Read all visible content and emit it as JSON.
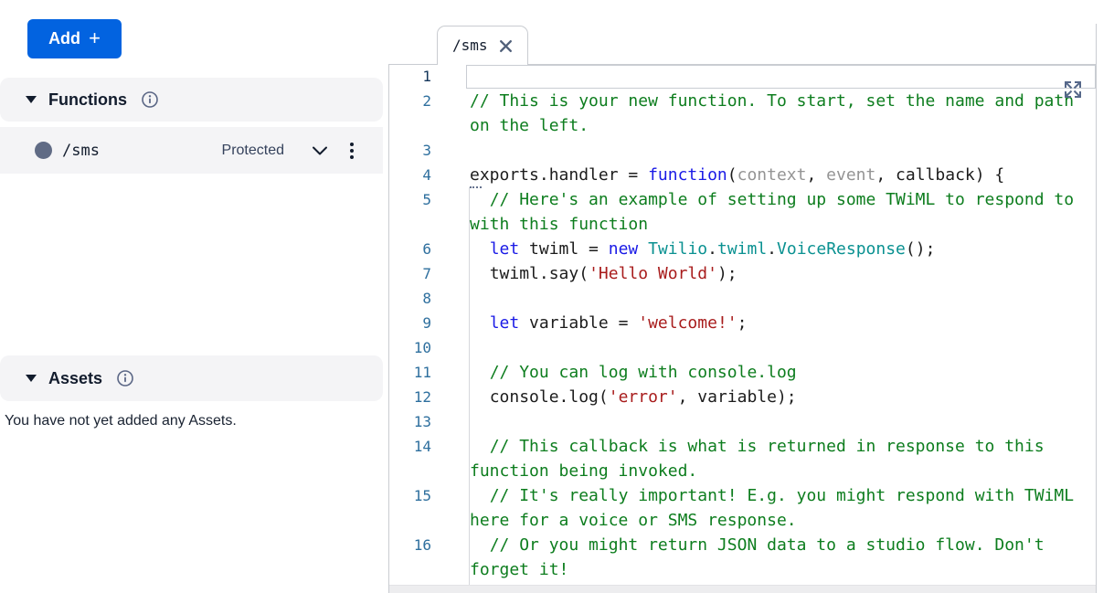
{
  "sidebar": {
    "add_button_label": "Add",
    "add_button_plus": "+",
    "functions_section_title": "Functions",
    "function_row": {
      "name": "/sms",
      "status": "Protected"
    },
    "assets_section_title": "Assets",
    "assets_empty_message": "You have not yet added any Assets."
  },
  "editor": {
    "tab_label": "/sms",
    "active_line": 1,
    "lines": [
      {
        "n": 1,
        "active": true,
        "tokens": []
      },
      {
        "n": 2,
        "tokens": [
          {
            "x": "// This is your new function. To start, set the name and path on the left.",
            "c": "comment"
          }
        ]
      },
      {
        "n": 3,
        "tokens": []
      },
      {
        "n": 4,
        "lint": true,
        "tokens": [
          {
            "x": "exports.handler = ",
            "c": "plain"
          },
          {
            "x": "function",
            "c": "keyword"
          },
          {
            "x": "(",
            "c": "plain"
          },
          {
            "x": "context",
            "c": "param"
          },
          {
            "x": ", ",
            "c": "plain"
          },
          {
            "x": "event",
            "c": "param"
          },
          {
            "x": ", ",
            "c": "plain"
          },
          {
            "x": "callback) {",
            "c": "plain"
          }
        ]
      },
      {
        "n": 5,
        "tokens": [
          {
            "x": "  // Here's an example of setting up some TWiML to respond to with this function",
            "c": "comment"
          }
        ]
      },
      {
        "n": 6,
        "tokens": [
          {
            "x": "  ",
            "c": "plain"
          },
          {
            "x": "let",
            "c": "keyword"
          },
          {
            "x": " twiml = ",
            "c": "plain"
          },
          {
            "x": "new",
            "c": "keyword"
          },
          {
            "x": " ",
            "c": "plain"
          },
          {
            "x": "Twilio",
            "c": "type"
          },
          {
            "x": ".",
            "c": "plain"
          },
          {
            "x": "twiml",
            "c": "type"
          },
          {
            "x": ".",
            "c": "plain"
          },
          {
            "x": "VoiceResponse",
            "c": "type"
          },
          {
            "x": "();",
            "c": "plain"
          }
        ]
      },
      {
        "n": 7,
        "tokens": [
          {
            "x": "  twiml.say(",
            "c": "plain"
          },
          {
            "x": "'Hello World'",
            "c": "string"
          },
          {
            "x": ");",
            "c": "plain"
          }
        ]
      },
      {
        "n": 8,
        "tokens": []
      },
      {
        "n": 9,
        "tokens": [
          {
            "x": "  ",
            "c": "plain"
          },
          {
            "x": "let",
            "c": "keyword"
          },
          {
            "x": " variable = ",
            "c": "plain"
          },
          {
            "x": "'welcome!'",
            "c": "string"
          },
          {
            "x": ";",
            "c": "plain"
          }
        ]
      },
      {
        "n": 10,
        "tokens": []
      },
      {
        "n": 11,
        "tokens": [
          {
            "x": "  // You can log with console.log",
            "c": "comment"
          }
        ]
      },
      {
        "n": 12,
        "tokens": [
          {
            "x": "  console.log(",
            "c": "plain"
          },
          {
            "x": "'error'",
            "c": "string"
          },
          {
            "x": ", variable);",
            "c": "plain"
          }
        ]
      },
      {
        "n": 13,
        "tokens": []
      },
      {
        "n": 14,
        "tokens": [
          {
            "x": "  // This callback is what is returned in response to this function being invoked.",
            "c": "comment"
          }
        ]
      },
      {
        "n": 15,
        "tokens": [
          {
            "x": "  // It's really important! E.g. you might respond with TWiML here for a voice or SMS response.",
            "c": "comment"
          }
        ]
      },
      {
        "n": 16,
        "tokens": [
          {
            "x": "  // Or you might return JSON data to a studio flow. Don't forget it!",
            "c": "comment"
          }
        ]
      }
    ]
  },
  "colors": {
    "accent_blue": "#0263E0",
    "ink": "#121C2D",
    "band_gray": "#F4F4F6",
    "dot_gray": "#606B85",
    "border_gray": "#C9CCD1",
    "comment_green": "#0D7D1E",
    "keyword_blue": "#1A1AE6",
    "param_gray": "#949494",
    "type_teal": "#0A9191",
    "string_red": "#A81C1C",
    "line_number_blue": "#2E6F9E"
  }
}
